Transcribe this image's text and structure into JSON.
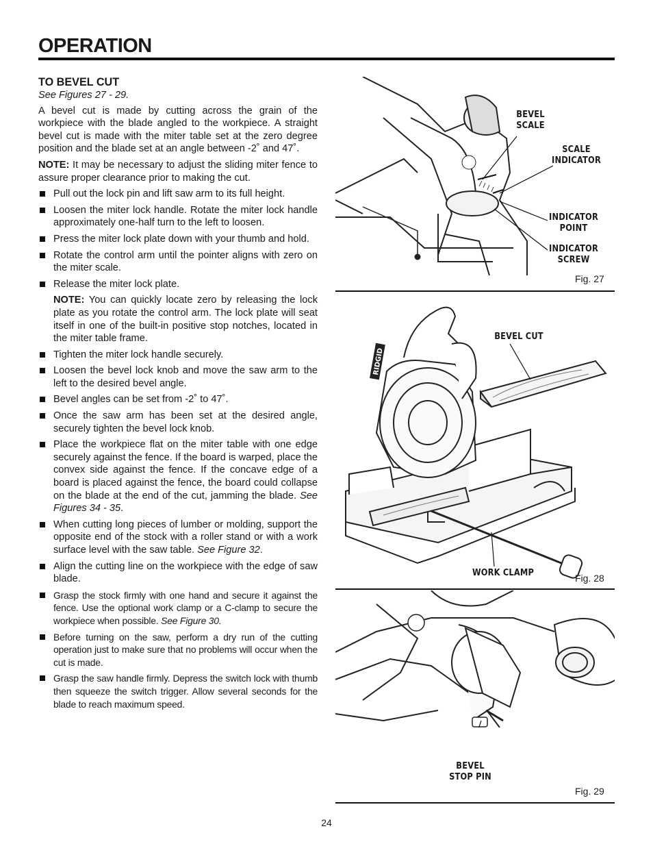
{
  "header": {
    "title": "OPERATION"
  },
  "section": {
    "title": "TO BEVEL CUT",
    "subtitle": "See Figures 27 - 29.",
    "intro": "A bevel cut is made by cutting across the grain of the workpiece with the blade angled to the workpiece. A straight bevel cut is made with the miter table set at the zero degree position and the blade set at an angle between -2˚ and 47˚.",
    "note1_label": "NOTE:",
    "note1_text": " It may be necessary to adjust the sliding miter fence to assure proper clearance prior to making the cut.",
    "bullets": [
      "Pull out the lock pin and lift saw arm to its full height.",
      "Loosen the miter lock handle. Rotate the miter lock handle approximately one-half turn to the left to loosen.",
      "Press the miter lock plate down with your thumb and hold.",
      "Rotate the control arm until the pointer aligns with zero on the miter scale.",
      "Release the miter lock plate."
    ],
    "note2_label": "NOTE:",
    "note2_text": " You can quickly locate zero by releasing the lock plate as you rotate the control arm. The lock plate will seat itself in one of the built-in positive stop notches, located in the miter table frame.",
    "bullets2": [
      "Tighten the miter lock handle securely.",
      "Loosen the bevel lock knob and move the saw arm to the left to the desired bevel angle.",
      "Bevel angles can be set from -2˚ to 47˚.",
      "Once the saw arm has been set at the desired angle, securely tighten the bevel lock knob."
    ],
    "bullet_workpiece": "Place the workpiece flat on the miter table with one edge securely against the fence. If the board is warped, place the convex side against the fence. If the concave edge of a board is placed against the fence, the board could collapse on the blade at the end of the cut, jamming the blade. ",
    "bullet_workpiece_ref": "See Figures 34 - 35",
    "bullet_lumber": "When cutting long pieces of lumber or molding, support the opposite end of the stock with a roller stand or with a work surface level with the saw table. ",
    "bullet_lumber_ref": "See Figure 32",
    "bullet_align": "Align the cutting line on the workpiece with the edge of saw blade.",
    "bullet_grasp_stock": "Grasp the stock firmly with one hand and secure it against the fence. Use the optional work clamp or a C-clamp to secure the workpiece when possible. ",
    "bullet_grasp_stock_ref": "See Figure 30.",
    "bullet_dry_run": "Before turning on the saw, perform a dry run of the cutting operation just to make sure that no problems will occur when the cut is made.",
    "bullet_handle": "Grasp the saw handle firmly. Depress the switch lock with thumb then squeeze the switch trigger. Allow several seconds for the blade to reach maximum speed."
  },
  "figures": {
    "fig27": {
      "caption": "Fig. 27",
      "labels": {
        "bevel_scale": "BEVEL\nSCALE",
        "scale_indicator": "SCALE\nINDICATOR",
        "indicator_point": "INDICATOR\nPOINT",
        "indicator_screw": "INDICATOR\nSCREW"
      }
    },
    "fig28": {
      "caption": "Fig. 28",
      "labels": {
        "bevel_cut": "BEVEL CUT",
        "work_clamp": "WORK CLAMP"
      },
      "brand": "RIDGID"
    },
    "fig29": {
      "caption": "Fig. 29",
      "labels": {
        "bevel_stop_pin": "BEVEL\nSTOP PIN"
      }
    }
  },
  "page_number": "24"
}
